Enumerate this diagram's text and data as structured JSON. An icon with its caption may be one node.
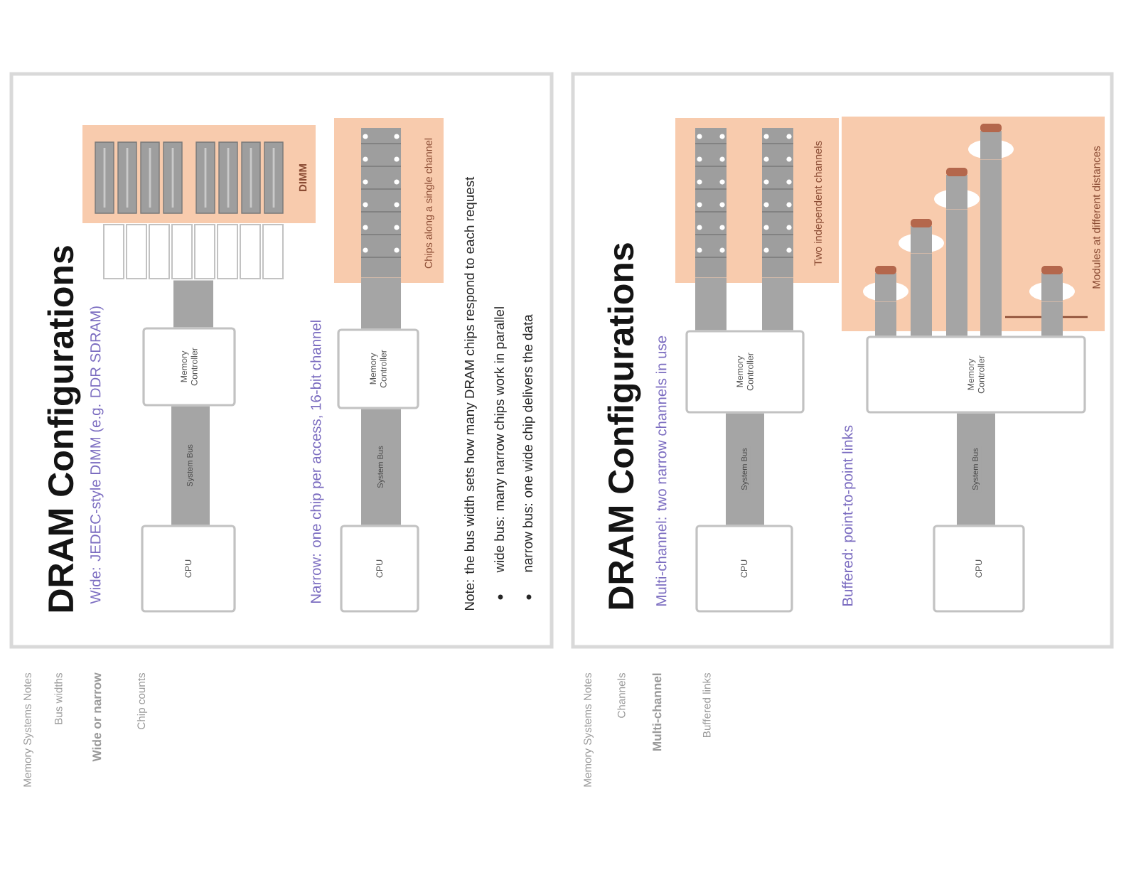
{
  "diagram": {
    "nodes": [
      {
        "text": [
          "DRAM Configurations",
          "Wide: JEDEC-style DIMM (e.g. DDR SDRAM)",
          "Narrow: one chip per access, 16-bit channel",
          "Note: the bus width sets how many DRAM chips respond to each request",
          "wide bus: many narrow chips work in parallel",
          "narrow bus: one wide chip delivers the data"
        ]
      },
      {
        "text": [
          "CPU"
        ],
        "in": 0
      },
      {
        "text": [
          "Memory Controller"
        ],
        "in": 0
      },
      {
        "text": [],
        "shape": "box",
        "in": 0
      },
      {
        "text": [
          "DIMM"
        ],
        "in": 0
      },
      {
        "text": [
          "CPU"
        ],
        "in": 0
      },
      {
        "text": [
          "Memory Controller"
        ],
        "in": 0
      },
      {
        "text": [
          "Chips along a single channel"
        ],
        "in": 0
      },
      {
        "text": [],
        "shape": "bar",
        "in": 7
      },
      {
        "text": [
          "DRAM Configurations",
          "Multi-channel: two narrow channels in use",
          "Buffered: point-to-point links"
        ]
      },
      {
        "text": [
          "CPU"
        ],
        "in": 9
      },
      {
        "text": [
          "Memory Controller"
        ],
        "in": 9
      },
      {
        "text": [
          "Two independent channels"
        ],
        "in": 9
      },
      {
        "text": [],
        "shape": "bar",
        "in": 12
      },
      {
        "text": [],
        "shape": "bar",
        "in": 12
      },
      {
        "text": [
          "CPU"
        ],
        "in": 9
      },
      {
        "text": [
          "Memory Controller"
        ],
        "in": 9
      },
      {
        "text": [
          "Modules at different distances"
        ],
        "in": 9
      },
      {
        "text": [],
        "shape": "ellipse",
        "in": 17
      },
      {
        "text": [],
        "shape": "ellipse",
        "in": 17
      },
      {
        "text": [],
        "shape": "ellipse",
        "in": 17
      },
      {
        "text": [],
        "shape": "ellipse",
        "in": 17
      },
      {
        "text": [],
        "shape": "ellipse",
        "in": 17
      }
    ],
    "edges": [
      {
        "from": 1,
        "to": 2,
        "arrow": "none",
        "label": "System Bus"
      },
      {
        "from": 2,
        "to": 3,
        "arrow": "none"
      },
      {
        "from": 5,
        "to": 6,
        "arrow": "none",
        "label": "System Bus"
      },
      {
        "from": 6,
        "to": 8,
        "arrow": "none"
      },
      {
        "from": 10,
        "to": 11,
        "arrow": "none",
        "label": "System Bus"
      },
      {
        "from": 11,
        "to": 13,
        "arrow": "none"
      },
      {
        "from": 11,
        "to": 14,
        "arrow": "none"
      },
      {
        "from": 15,
        "to": 16,
        "arrow": "none",
        "label": "System Bus"
      },
      {
        "from": 16,
        "to": 18,
        "arrow": "none"
      },
      {
        "from": 16,
        "to": 19,
        "arrow": "none"
      },
      {
        "from": 16,
        "to": 20,
        "arrow": "none"
      },
      {
        "from": 16,
        "to": 21,
        "arrow": "none"
      },
      {
        "from": 16,
        "to": 22,
        "arrow": "none"
      }
    ],
    "labels": [
      "Memory Systems Notes",
      "Bus widths",
      "Wide or narrow",
      "Chip counts",
      "Memory Systems Notes",
      "Channels",
      "Multi-channel",
      "Buffered links"
    ]
  }
}
